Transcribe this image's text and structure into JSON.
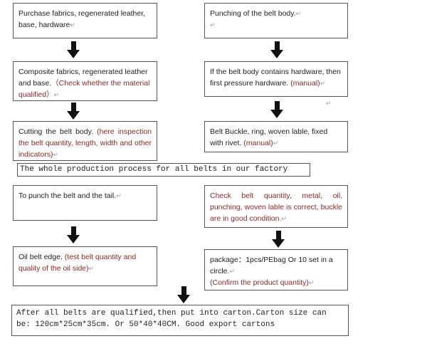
{
  "mark": "↵",
  "steps": {
    "purchase": {
      "text": "Purchase fabrics, regenerated leather, base, hardware"
    },
    "composite": {
      "text": "Composite fabrics, regenerated leather and base.",
      "note": "（Check whether the material qualified）"
    },
    "cutting": {
      "text": "Cutting the belt body.",
      "note": "(here inspection the belt quantity, length, width and other indicators)"
    },
    "punch_tail": {
      "text": "To punch the belt and the tail."
    },
    "oil_edge": {
      "text": "Oil belt edge.",
      "note": "(test belt quantity and quality of the oil side)"
    },
    "punching_body": {
      "text": "Punching of the belt body."
    },
    "pressure": {
      "text": "If the belt body contains hardware, then first pressure hardware.",
      "note": "(manual)"
    },
    "buckle": {
      "text": "Belt Buckle, ring, woven lable, fixed with rivet.",
      "note": "(manual)"
    },
    "check": {
      "note": "Check belt quantity, metal, oil, punching, woven lable is correct, buckle are in good condition."
    },
    "package": {
      "text": "package：1pcs/PEbag Or 10 set in a circle.",
      "note": "(Confirm the product quantity)"
    },
    "final": {
      "text": "After all belts are qualified,then put into carton.Carton size can be: 120cm*25cm*35cm. Or 50*40*40CM. Good export cartons"
    }
  },
  "banner": {
    "text": "The whole production process for all belts in our factory"
  },
  "colors": {
    "note_red": "#8a2a2a",
    "border": "#555555",
    "arrow": "#111111"
  }
}
